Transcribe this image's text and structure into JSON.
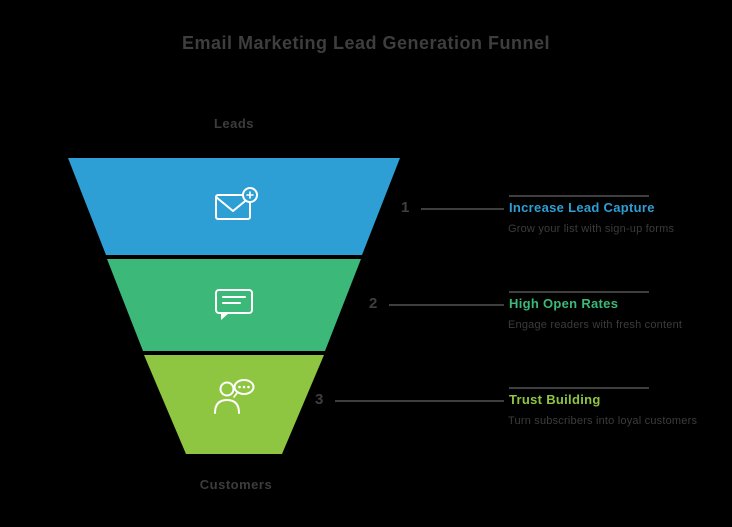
{
  "title": "Email Marketing Lead Generation Funnel",
  "funnel": {
    "top_label": "Leads",
    "bottom_label": "Customers",
    "stages": [
      {
        "number": "1",
        "heading": "Increase Lead Capture",
        "description": "Grow your list with sign-up forms",
        "color": "#2d9fd4",
        "icon": "envelope-plus-icon"
      },
      {
        "number": "2",
        "heading": "High Open Rates",
        "description": "Engage readers with fresh content",
        "color": "#3cb878",
        "icon": "chat-message-icon"
      },
      {
        "number": "3",
        "heading": "Trust Building",
        "description": "Turn subscribers into loyal customers",
        "color": "#8ec641",
        "icon": "person-speech-icon"
      }
    ]
  },
  "colors": {
    "background": "#000000",
    "muted_text": "#3e3e3e",
    "line_gray": "#3f3f3f",
    "icon_stroke": "#ffffff",
    "stage_blue": "#2d9fd4",
    "stage_green": "#3cb878",
    "stage_light_green": "#8ec641"
  }
}
